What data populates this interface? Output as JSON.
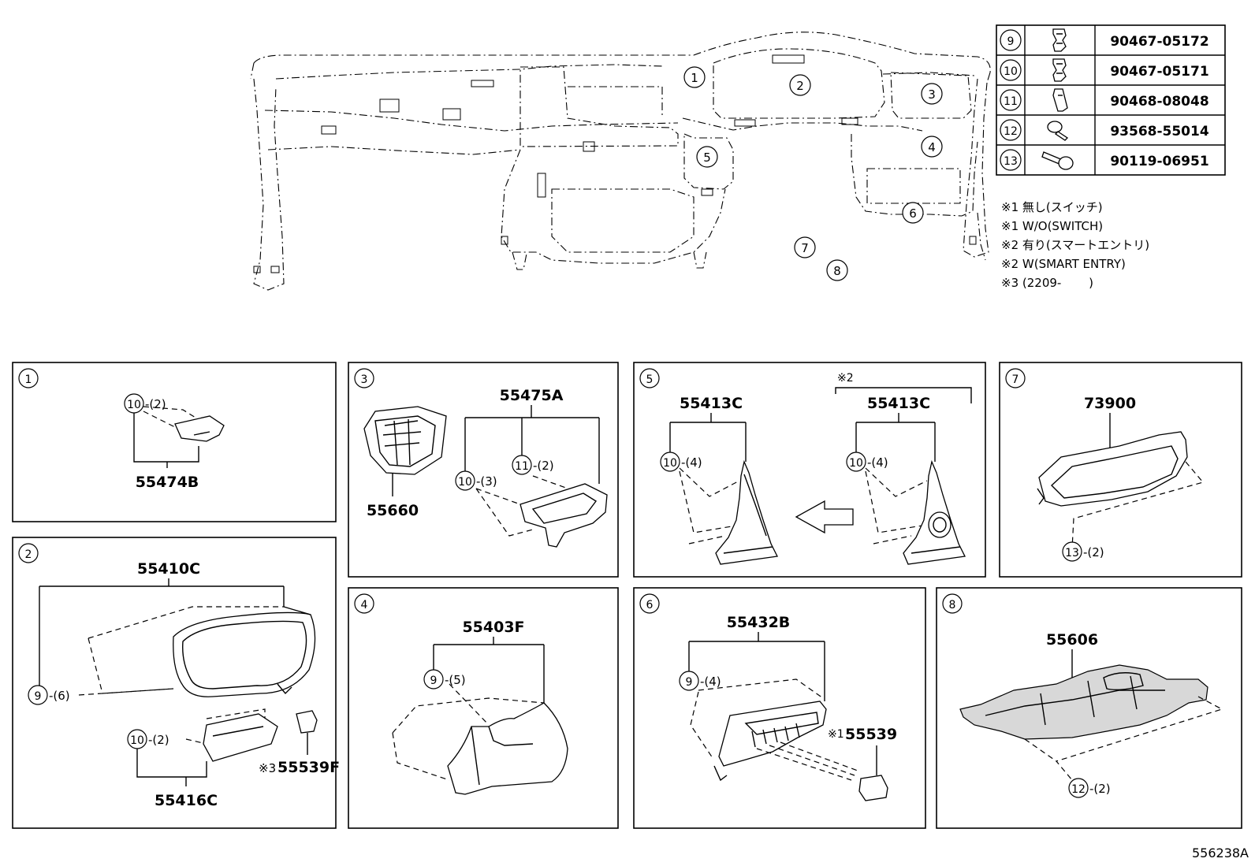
{
  "diagram_id": "556238A",
  "overview": {
    "callouts": [
      "1",
      "2",
      "3",
      "4",
      "5",
      "6",
      "7",
      "8"
    ]
  },
  "fastener_table": [
    {
      "ref": "9",
      "part_no": "90467-05172",
      "icon": "clip-icon"
    },
    {
      "ref": "10",
      "part_no": "90467-05171",
      "icon": "clip-icon"
    },
    {
      "ref": "11",
      "part_no": "90468-08048",
      "icon": "clip-icon"
    },
    {
      "ref": "12",
      "part_no": "93568-55014",
      "icon": "screw-icon"
    },
    {
      "ref": "13",
      "part_no": "90119-06951",
      "icon": "bolt-icon"
    }
  ],
  "notes": [
    "※1 無し(スイッチ)",
    "※1 W/O(SWITCH)",
    "※2 有り(スマートエントリ)",
    "※2 W(SMART ENTRY)",
    "※3 (2209-　　 )"
  ],
  "panels": {
    "p1": {
      "num": "1",
      "fastener": "10",
      "qty": "-(2)",
      "part": "55474B"
    },
    "p2": {
      "num": "2",
      "part_main": "55410C",
      "fastener_a": "9",
      "qty_a": "-(6)",
      "fastener_b": "10",
      "qty_b": "-(2)",
      "part_b": "55416C",
      "mark": "※3",
      "part_c": "55539F"
    },
    "p3": {
      "num": "3",
      "part_a": "55660",
      "part_b": "55475A",
      "fastener_a": "11",
      "qty_a": "-(2)",
      "fastener_b": "10",
      "qty_b": "-(3)"
    },
    "p4": {
      "num": "4",
      "part": "55403F",
      "fastener": "9",
      "qty": "-(5)"
    },
    "p5": {
      "num": "5",
      "part_left": "55413C",
      "part_right": "55413C",
      "mark": "※2",
      "fastener_left": "10",
      "qty_left": "-(4)",
      "fastener_right": "10",
      "qty_right": "-(4)"
    },
    "p6": {
      "num": "6",
      "part": "55432B",
      "fastener": "9",
      "qty": "-(4)",
      "mark": "※1",
      "part_b": "55539"
    },
    "p7": {
      "num": "7",
      "part": "73900",
      "fastener": "13",
      "qty": "-(2)"
    },
    "p8": {
      "num": "8",
      "part": "55606",
      "fastener": "12",
      "qty": "-(2)"
    }
  }
}
